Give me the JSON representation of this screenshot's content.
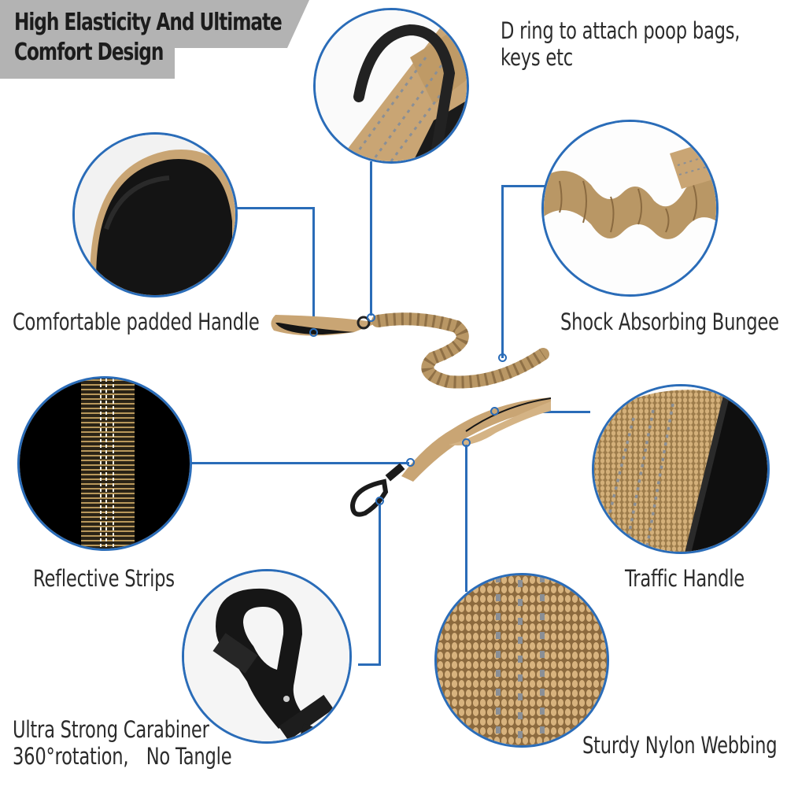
{
  "banner": {
    "title_line1": "High Elasticity And Ultimate",
    "title_line2": "Comfort Design",
    "background_color": "#b3b3b3"
  },
  "features": [
    {
      "id": "d-ring",
      "label_line1": "D ring to attach poop bags,",
      "label_line2": "keys etc"
    },
    {
      "id": "padded-handle",
      "label": "Comfortable padded Handle"
    },
    {
      "id": "bungee",
      "label": "Shock Absorbing Bungee"
    },
    {
      "id": "reflective",
      "label": "Reflective Strips"
    },
    {
      "id": "traffic-handle",
      "label": "Traffic Handle"
    },
    {
      "id": "carabiner",
      "label_line1": "Ultra Strong Carabiner",
      "label_line2": "360°rotation, No Tangle"
    },
    {
      "id": "webbing",
      "label": "Sturdy Nylon Webbing"
    }
  ],
  "colors": {
    "callout_blue": "#2a6cb8",
    "nylon_tan": "#c9a574",
    "nylon_dark": "#a9834f",
    "reflective_grey": "#8a8f96",
    "padding_black": "#111111",
    "text": "#2b2b2b"
  }
}
